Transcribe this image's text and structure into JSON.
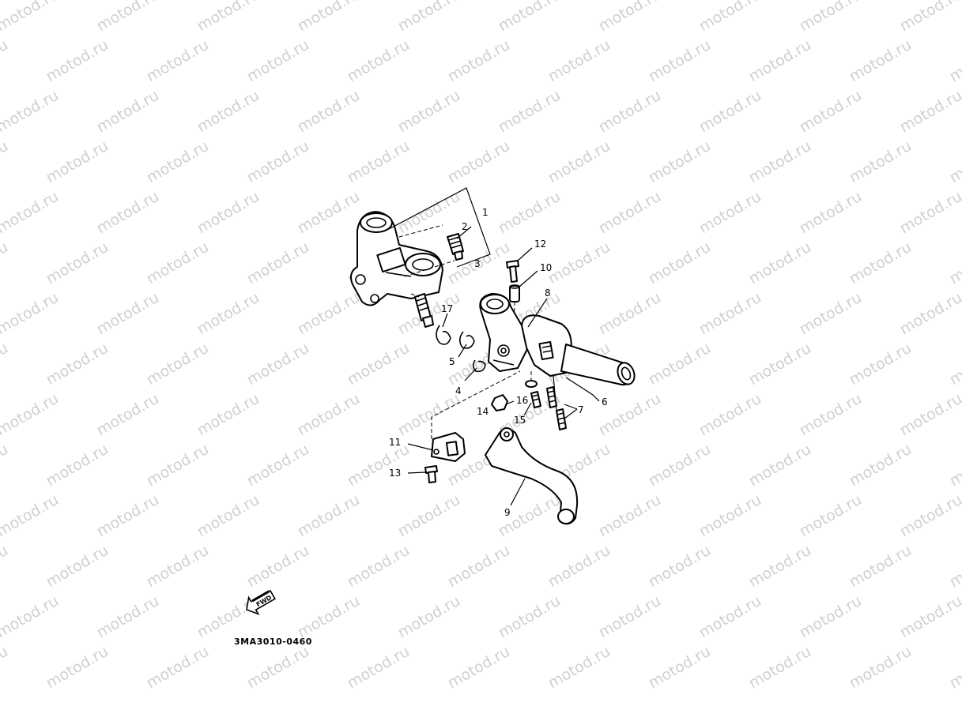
{
  "watermark": {
    "text": "motod.ru",
    "color": "#d0d0d0"
  },
  "diagram": {
    "code": "3MA3010-0460",
    "fwd_label": "FWD",
    "callouts": [
      "1",
      "2",
      "3",
      "12",
      "10",
      "8",
      "17",
      "5",
      "4",
      "16",
      "14",
      "15",
      "7",
      "6",
      "11",
      "13",
      "9"
    ]
  }
}
